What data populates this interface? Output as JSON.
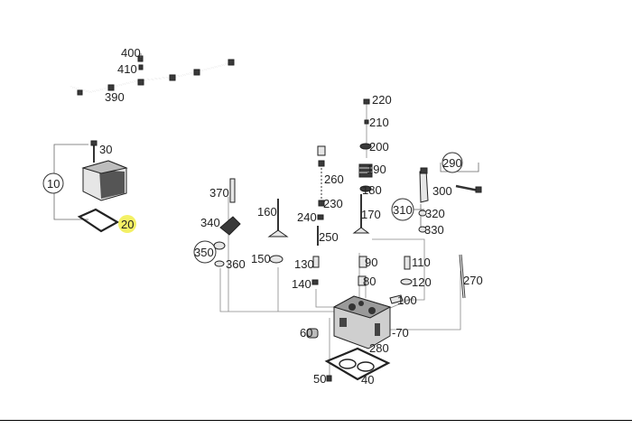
{
  "callouts": {
    "c400": "400",
    "c410": "410",
    "c390": "390",
    "c30": "30",
    "c10": "10",
    "c20": "20",
    "c220": "220",
    "c210": "210",
    "c200": "200",
    "c260": "260",
    "c190": "190",
    "c180": "180",
    "c230": "230",
    "c240": "240",
    "c170": "170",
    "c250": "250",
    "c370": "370",
    "c160": "160",
    "c340": "340",
    "c350": "350",
    "c360": "360",
    "c150": "150",
    "c130": "130",
    "c140": "140",
    "c90": "90",
    "c80": "80",
    "c290": "290",
    "c300": "300",
    "c310": "310",
    "c320": "320",
    "c330": "330",
    "c110": "110",
    "c120": "120",
    "c270": "270",
    "c100": "100",
    "c60": "60",
    "c70": "-70",
    "c280": "280",
    "c50": "50",
    "c40": "40"
  },
  "highlight_color": "#f2ee4a",
  "line_color": "#666666",
  "part_color": "#333333"
}
